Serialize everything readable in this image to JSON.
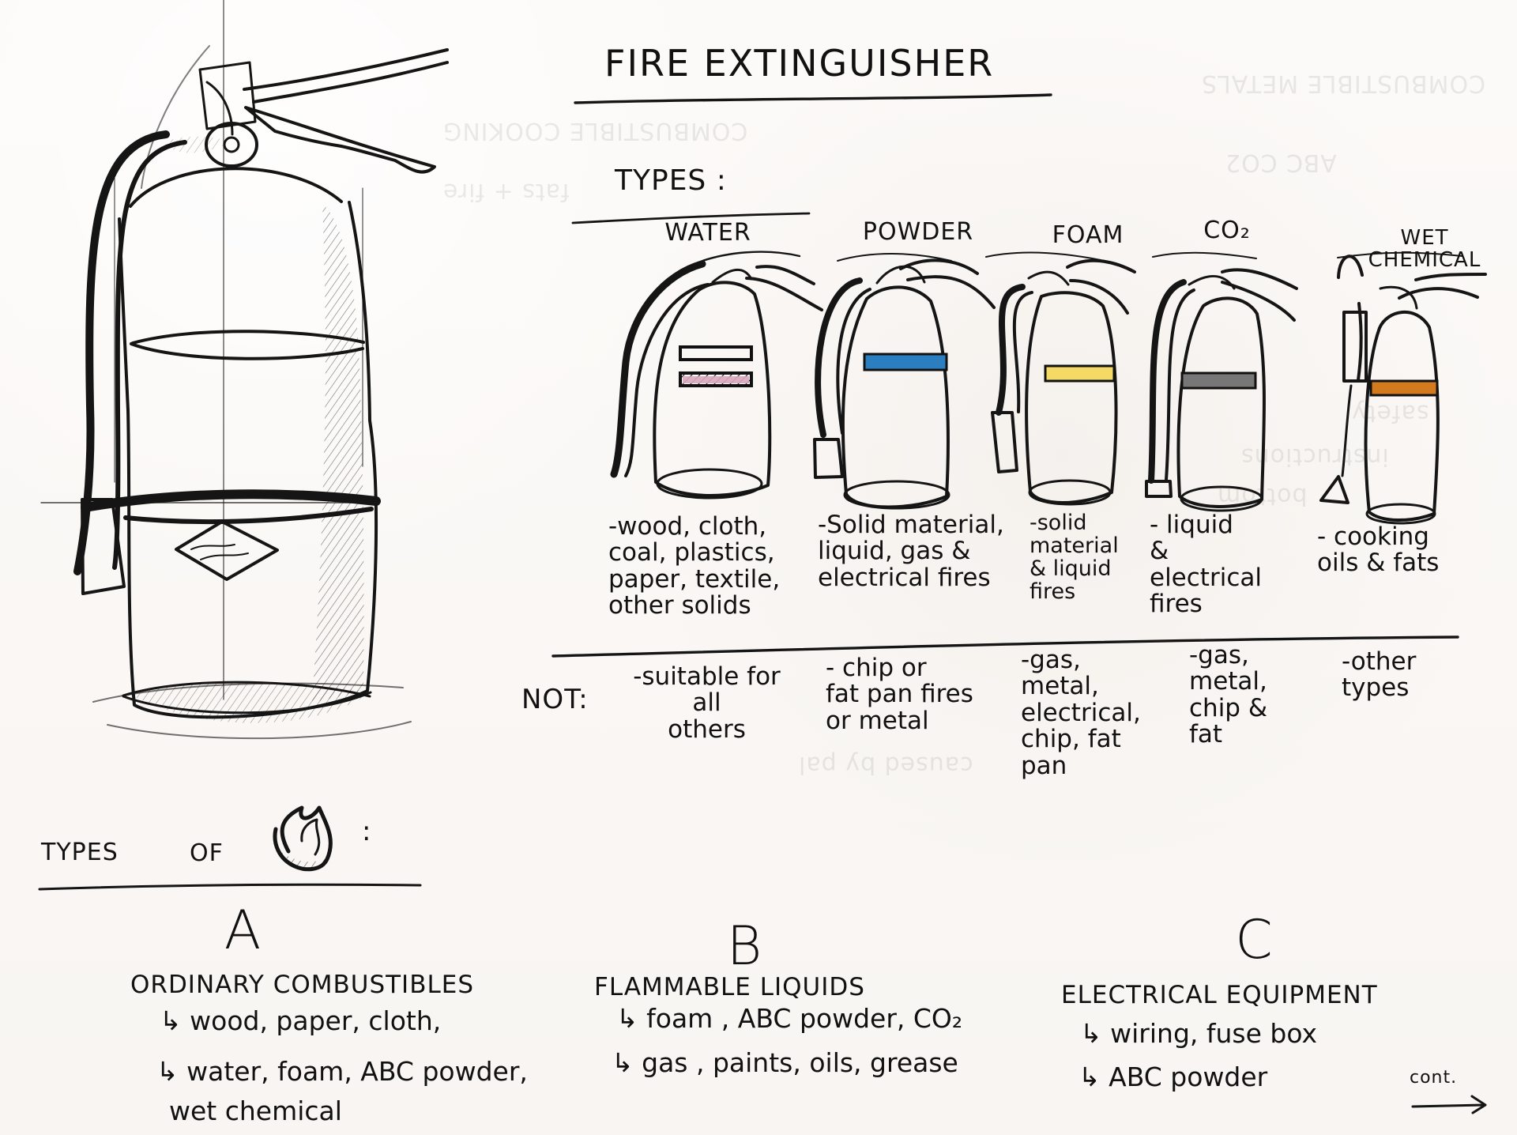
{
  "header": {
    "title": "FIRE EXTINGUISHER",
    "types_heading": "TYPES :"
  },
  "extinguishers": [
    {
      "name": "WATER",
      "for_text": "-wood, cloth,\ncoal, plastics,\npaper, textile,\nother solids",
      "not_text": "-suitable for\nall\nothers",
      "band_color": "#d9a6bc"
    },
    {
      "name": "POWDER",
      "for_text": "-Solid material,\nliquid, gas &\nelectrical fires",
      "not_text": "- chip or\nfat pan fires\nor metal",
      "band_color": "#2b7fc1"
    },
    {
      "name": "FOAM",
      "for_text": "-solid\nmaterial\n& liquid\nfires",
      "not_text": "-gas, metal,\nelectrical,\nchip, fat\npan",
      "band_color": "#f4da64"
    },
    {
      "name": "CO₂",
      "for_text": "- liquid\n& electrical\nfires",
      "not_text": "-gas,\nmetal,\nchip &\nfat",
      "band_color": "#777777"
    },
    {
      "name": "WET\nCHEMICAL",
      "for_text": "- cooking\noils & fats",
      "not_text": "-other\ntypes",
      "band_color": "#d37a1f"
    }
  ],
  "not_label": "NOT:",
  "fire_types": {
    "heading_left": "TYPES",
    "heading_of": "OF",
    "heading_colon": ":",
    "fire_icon": "flame-icon",
    "classes": [
      {
        "letter": "A",
        "title": "ORDINARY COMBUSTIBLES",
        "line1": "↳ wood, paper, cloth,",
        "line2": "↳ water, foam, ABC powder,",
        "line3": "wet chemical"
      },
      {
        "letter": "B",
        "title": "FLAMMABLE LIQUIDS",
        "line1": "↳ foam , ABC powder, CO₂",
        "line2": "↳ gas , paints, oils, grease",
        "line3": ""
      },
      {
        "letter": "C",
        "title": "ELECTRICAL EQUIPMENT",
        "line1": "↳ wiring, fuse box",
        "line2": "↳ ABC powder",
        "line3": ""
      }
    ]
  },
  "footer": {
    "continuation": "cont."
  }
}
